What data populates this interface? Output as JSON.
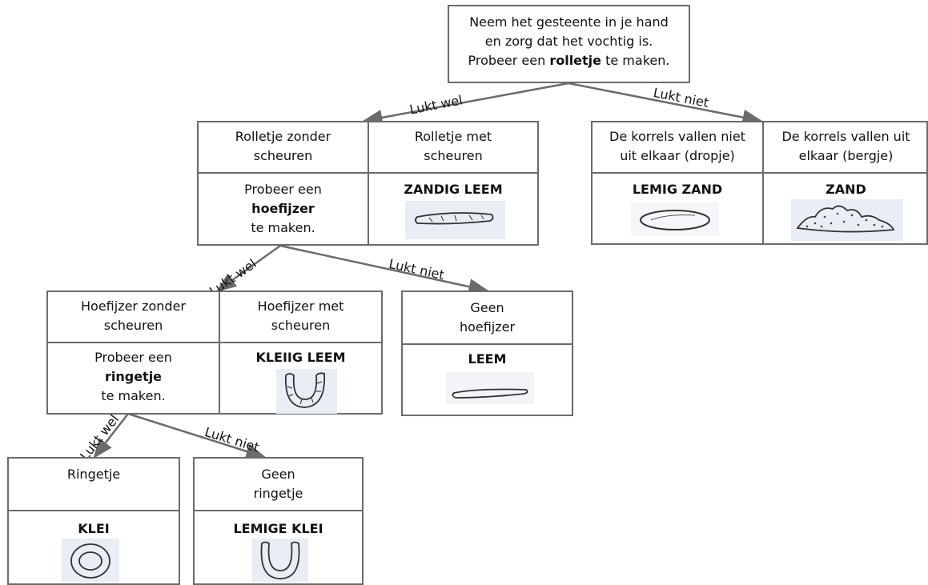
{
  "top": {
    "line1": "Neem het gesteente in je hand",
    "line2": "en zorg dat het vochtig is.",
    "line3_pre": "Probeer een ",
    "line3_bold": "rolletje",
    "line3_post": " te maken."
  },
  "roll": {
    "no_cracks": {
      "line1": "Rolletje zonder",
      "line2": "scheuren"
    },
    "with_cracks": {
      "line1": "Rolletje met",
      "line2": "scheuren"
    },
    "next": {
      "line1": "Probeer een",
      "bold": "hoefijzer",
      "line3": "te maken."
    },
    "result": "ZANDIG LEEM"
  },
  "grains": {
    "no_fall": {
      "line1": "De korrels vallen niet",
      "line2": "uit elkaar (dropje)",
      "result": "LEMIG ZAND"
    },
    "fall": {
      "line1": "De korrels vallen uit",
      "line2": "elkaar (bergje)",
      "result": "ZAND"
    }
  },
  "horseshoe": {
    "no_cracks": {
      "line1": "Hoefijzer zonder",
      "line2": "scheuren"
    },
    "with_cracks": {
      "line1": "Hoefijzer met",
      "line2": "scheuren"
    },
    "next": {
      "line1": "Probeer een",
      "bold": "ringetje",
      "line3": "te maken."
    },
    "result": "KLEIIG LEEM"
  },
  "no_horseshoe": {
    "line1": "Geen",
    "line2": "hoefijzer",
    "result": "LEEM"
  },
  "ring": {
    "label": "Ringetje",
    "result": "KLEI"
  },
  "no_ring": {
    "line1": "Geen",
    "line2": "ringetje",
    "result": "LEMIGE KLEI"
  },
  "arrows": {
    "yes": "Lukt wel",
    "no": "Lukt niet"
  },
  "icons": {
    "roll_crack": "cracked-roll-sketch-icon",
    "blob": "flat-blob-sketch-icon",
    "pile": "grain-pile-sketch-icon",
    "horseshoe_crack": "cracked-horseshoe-sketch-icon",
    "thin_roll": "thin-roll-sketch-icon",
    "ring": "ring-sketch-icon",
    "horseshoe": "horseshoe-sketch-icon"
  },
  "colors": {
    "line": "#6b6b6b",
    "sketch_bg": "#e9edf4"
  }
}
